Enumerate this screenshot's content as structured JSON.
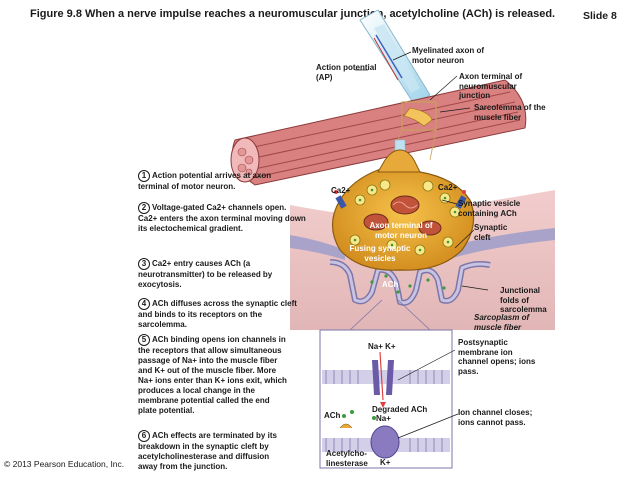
{
  "header": {
    "title": "Figure 9.8  When a nerve impulse reaches a neuromuscular junction, acetylcholine (ACh) is released.",
    "slide": "Slide 8"
  },
  "footer": {
    "copyright": "© 2013 Pearson Education, Inc."
  },
  "labels": {
    "myelinated_axon": "Myelinated axon of motor neuron",
    "action_potential": "Action potential (AP)",
    "axon_terminal_prefix": "Axon terminal of",
    "axon_terminal_bold": "neuromuscular junction",
    "sarcolemma": "Sarcolemma of the muscle fiber",
    "ca_left": "Ca2+",
    "ca_right": "Ca2+",
    "synaptic_vesicle": "Synaptic vesicle containing ACh",
    "synaptic_cleft": "Synaptic cleft",
    "axon_terminal_motor": "Axon terminal of motor neuron",
    "fusing_vesicles": "Fusing synaptic vesicles",
    "ach_center": "ACh",
    "junctional_folds": "Junctional folds of sarcolemma",
    "sarcoplasm": "Sarcoplasm of muscle fiber",
    "na_k_top": "Na+  K+",
    "postsynaptic": "Postsynaptic membrane ion channel opens; ions pass.",
    "degraded_ach": "Degraded ACh",
    "ach_bottom": "ACh",
    "na_bottom": "Na+",
    "ion_closes": "Ion channel closes; ions cannot pass.",
    "acetylcholinesterase": "Acetylcho-linesterase",
    "k_bottom": "K+"
  },
  "steps": [
    {
      "num": "1",
      "text": "Action potential arrives at axon terminal of motor neuron."
    },
    {
      "num": "2",
      "text": "Voltage-gated Ca2+ channels open. Ca2+ enters the axon terminal moving down its electochemical gradient."
    },
    {
      "num": "3",
      "text": "Ca2+ entry causes ACh (a neurotransmitter) to be released by exocytosis."
    },
    {
      "num": "4",
      "text": "ACh diffuses across the synaptic cleft and binds to its receptors on the sarcolemma."
    },
    {
      "num": "5",
      "text": "ACh binding opens ion channels in the receptors that allow simultaneous passage of Na+ into the muscle fiber and K+ out of the muscle fiber. More Na+ ions enter than K+ ions exit, which produces a local change in the membrane potential called the end plate potential."
    },
    {
      "num": "6",
      "text": "ACh effects are terminated by its breakdown in the synaptic cleft by acetylcholinesterase and diffusion away from the junction."
    }
  ]
}
